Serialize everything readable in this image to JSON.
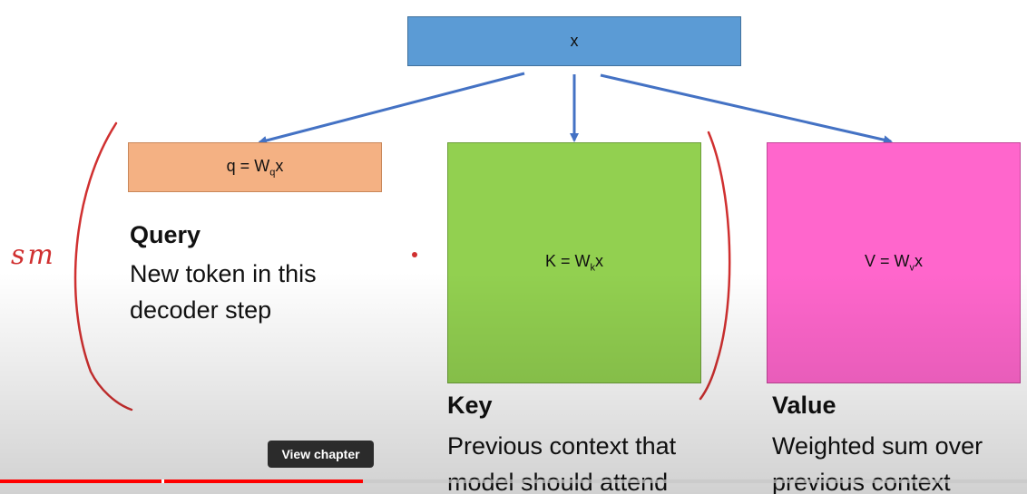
{
  "slide": {
    "x_box": {
      "label": "x"
    },
    "query_box": {
      "pre": "q = W",
      "sub": "q",
      "post": "x"
    },
    "key_box": {
      "pre": "K = W",
      "sub": "k",
      "post": "x"
    },
    "value_box": {
      "pre": "V = W",
      "sub": "v",
      "post": "x"
    },
    "query": {
      "heading": "Query",
      "line1": "New token in this",
      "line2": "decoder step"
    },
    "key": {
      "heading": "Key",
      "line1": "Previous context that",
      "line2": "model should attend"
    },
    "value": {
      "heading": "Value",
      "line1": "Weighted sum over",
      "line2": "previous context"
    }
  },
  "annotation": {
    "text": "sm",
    "color": "#d03030"
  },
  "player": {
    "tooltip": "View chapter",
    "progress_played_fraction": 0.353
  },
  "colors": {
    "x_box": "#5b9bd5",
    "query_box": "#f4b183",
    "key_box": "#92d050",
    "value_box": "#ff66cc",
    "arrow": "#4472c4",
    "progress": "#ff0000"
  }
}
